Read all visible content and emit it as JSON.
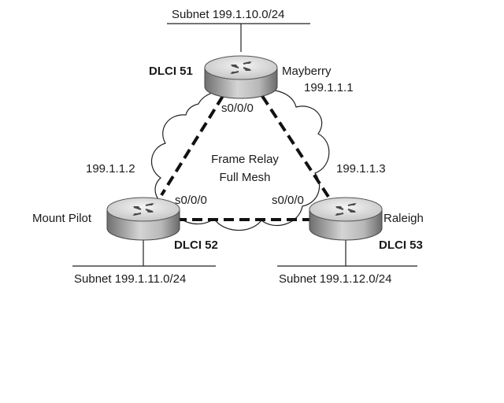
{
  "diagram": {
    "cloud_label_line1": "Frame Relay",
    "cloud_label_line2": "Full Mesh",
    "routers": {
      "mayberry": {
        "name": "Mayberry",
        "ip": "199.1.1.1",
        "dlci": "DLCI 51",
        "interface": "s0/0/0",
        "subnet": "Subnet 199.1.10.0/24"
      },
      "mount_pilot": {
        "name": "Mount Pilot",
        "ip": "199.1.1.2",
        "dlci": "DLCI 52",
        "interface": "s0/0/0",
        "subnet": "Subnet 199.1.11.0/24"
      },
      "raleigh": {
        "name": "Raleigh",
        "ip": "199.1.1.3",
        "dlci": "DLCI 53",
        "interface": "s0/0/0",
        "subnet": "Subnet 199.1.12.0/24"
      }
    },
    "links": [
      {
        "from": "Mayberry",
        "to": "Mount Pilot",
        "style": "dashed"
      },
      {
        "from": "Mayberry",
        "to": "Raleigh",
        "style": "dashed"
      },
      {
        "from": "Mount Pilot",
        "to": "Raleigh",
        "style": "dashed"
      }
    ],
    "colors": {
      "router_light": "#e6e6e6",
      "router_dark": "#7a7a7a",
      "line": "#1a1a1a"
    }
  }
}
